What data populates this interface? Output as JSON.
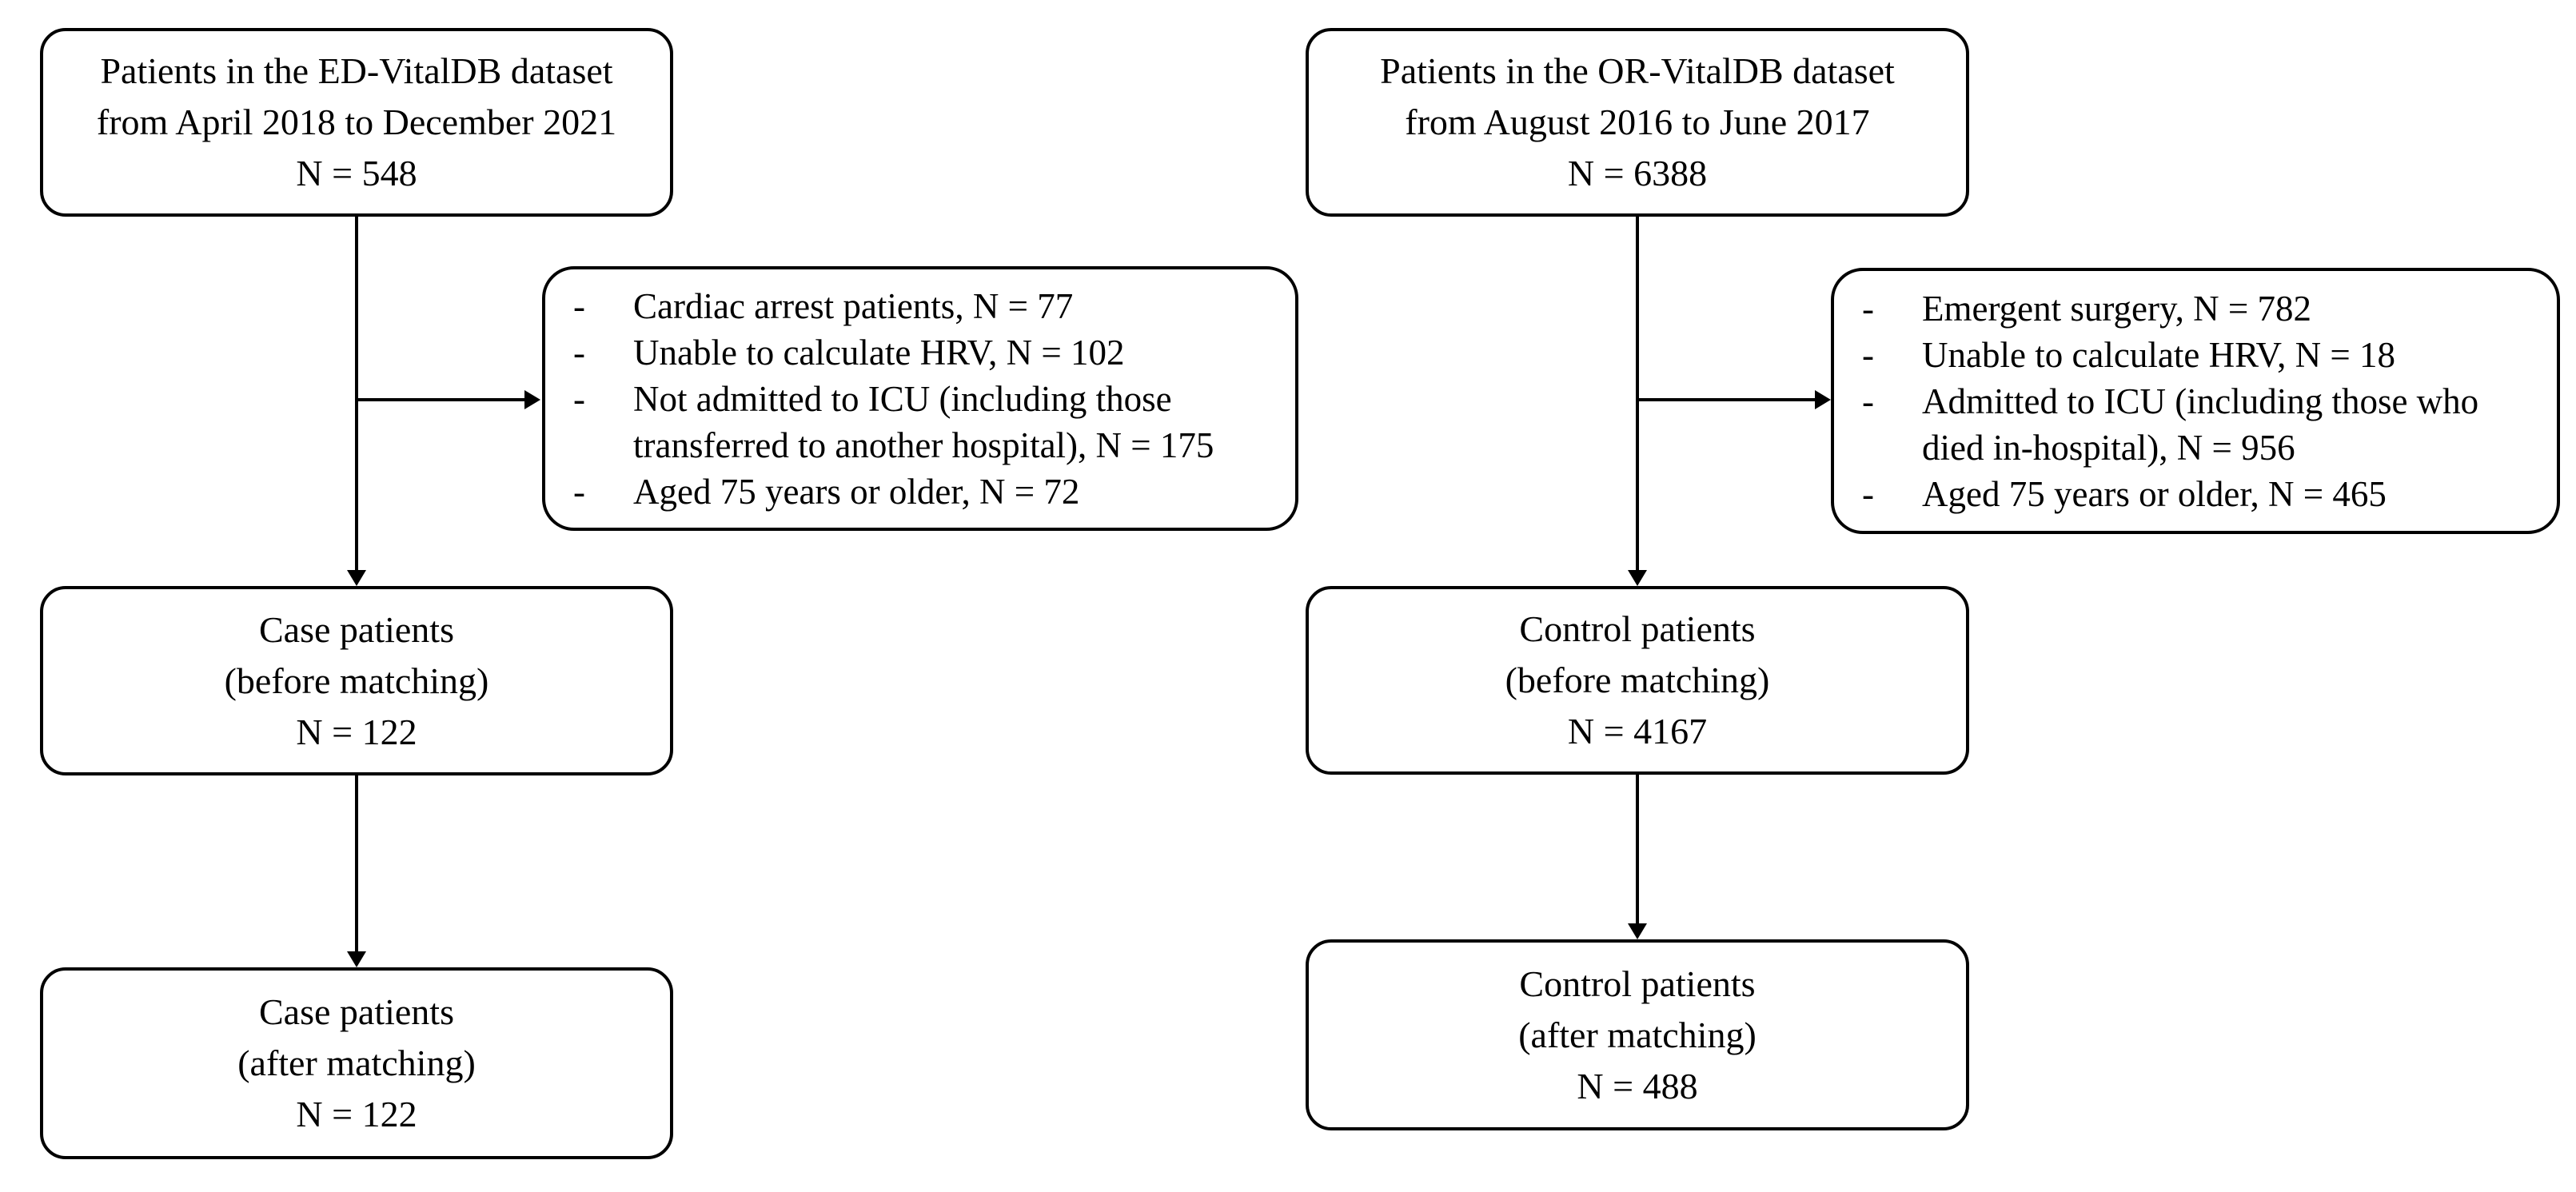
{
  "diagram": {
    "bullet_char": "-",
    "colors": {
      "stroke": "#000000",
      "background": "#ffffff",
      "text": "#000000"
    },
    "ed": {
      "source": {
        "lines": [
          "Patients in the ED-VitalDB dataset",
          "from April 2018 to December 2021",
          "N = 548"
        ]
      },
      "exclusions": [
        "Cardiac arrest patients, N = 77",
        "Unable to calculate HRV, N = 102",
        "Not admitted to ICU (including those transferred to another hospital), N = 175",
        "Aged 75 years or older, N = 72"
      ],
      "before": {
        "lines": [
          "Case patients",
          "(before matching)",
          "N = 122"
        ]
      },
      "after": {
        "lines": [
          "Case patients",
          "(after matching)",
          "N = 122"
        ]
      }
    },
    "or": {
      "source": {
        "lines": [
          "Patients in the OR-VitalDB dataset",
          "from August 2016 to June 2017",
          "N = 6388"
        ]
      },
      "exclusions": [
        "Emergent surgery, N = 782",
        "Unable to calculate HRV, N = 18",
        "Admitted to ICU (including those who died in-hospital), N = 956",
        "Aged 75 years or older, N = 465"
      ],
      "before": {
        "lines": [
          "Control patients",
          "(before matching)",
          "N = 4167"
        ]
      },
      "after": {
        "lines": [
          "Control patients",
          "(after matching)",
          "N = 488"
        ]
      }
    }
  }
}
